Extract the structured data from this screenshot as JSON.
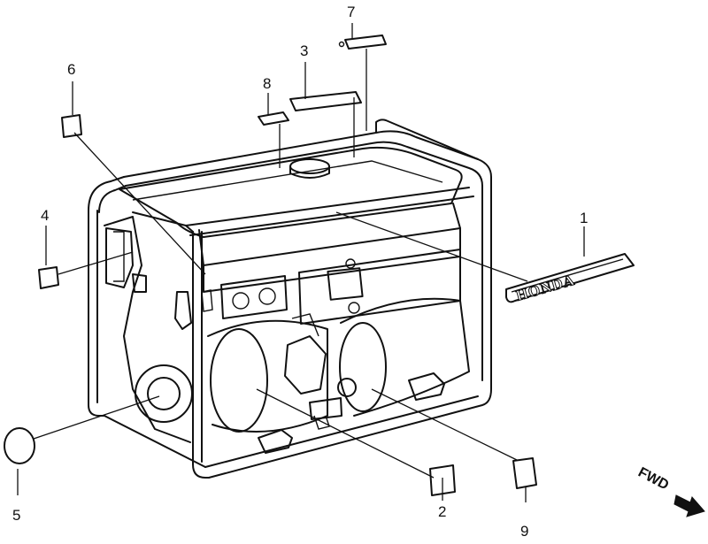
{
  "callouts": [
    {
      "id": "1",
      "label": "1"
    },
    {
      "id": "2",
      "label": "2"
    },
    {
      "id": "3",
      "label": "3"
    },
    {
      "id": "4",
      "label": "4"
    },
    {
      "id": "5",
      "label": "5"
    },
    {
      "id": "6",
      "label": "6"
    },
    {
      "id": "7",
      "label": "7"
    },
    {
      "id": "8",
      "label": "8"
    },
    {
      "id": "9",
      "label": "9"
    }
  ],
  "emblem_text": "HONDA",
  "direction_text": "FWD"
}
